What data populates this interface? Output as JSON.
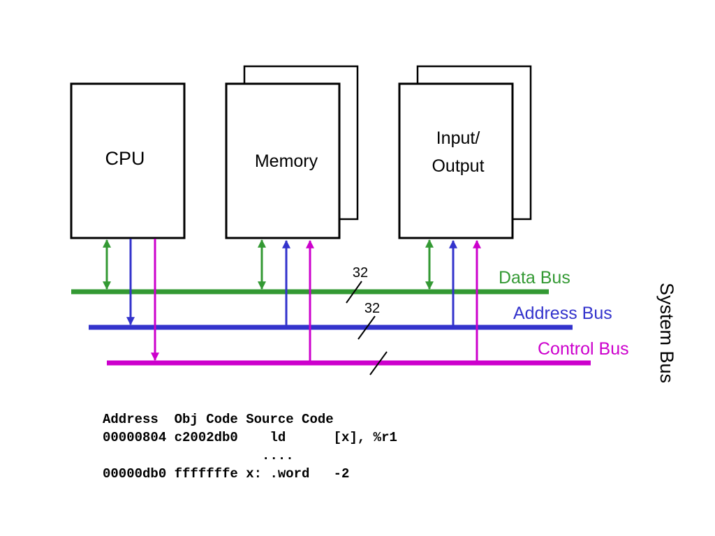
{
  "components": {
    "cpu": "CPU",
    "memory": "Memory",
    "io_line1": "Input/",
    "io_line2": "Output"
  },
  "buses": {
    "data": {
      "label": "Data Bus",
      "color": "#339933",
      "width": "32"
    },
    "address": {
      "label": "Address Bus",
      "color": "#3333cc",
      "width": "32"
    },
    "control": {
      "label": "Control Bus",
      "color": "#cc00cc"
    },
    "system": "System Bus"
  },
  "listing": {
    "header": "Address  Obj Code Source Code",
    "rows": [
      "00000804 c2002db0    ld      [x], %r1",
      "                    ....",
      "00000db0 fffffffe x: .word   -2"
    ]
  }
}
